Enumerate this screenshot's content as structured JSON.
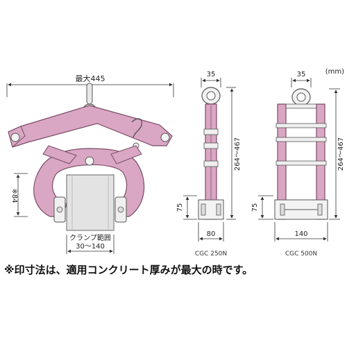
{
  "side_view": {
    "width_label": "最大445",
    "height_label": "※84",
    "clamp_range_label": "クランプ範囲",
    "clamp_range_value": "30～140"
  },
  "units_label": "(mm)",
  "cgc250n": {
    "top_label": "35",
    "height_label": "264～467",
    "base_height_label": "75",
    "width_label": "80",
    "caption": "CGC 250N"
  },
  "cgc500n": {
    "top_label": "35",
    "height_label": "264～467",
    "base_height_label": "75",
    "width_label": "140",
    "caption": "CGC 500N"
  },
  "note": "※印寸法は、適用コンクリート厚みが最大の時です。",
  "colors": {
    "body_fill": "#d9a7c4",
    "body_stroke": "#7a4a64",
    "block_fill": "#e3e3e3",
    "dim_line": "#333333"
  }
}
